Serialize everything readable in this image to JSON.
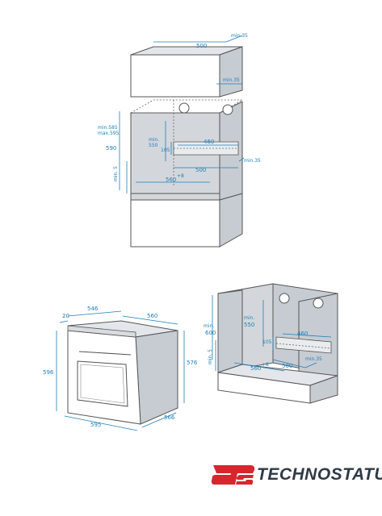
{
  "top_diagram": {
    "labels": {
      "w500_top": "500",
      "min35_top": "min.35",
      "min35_mid": "min.35",
      "min585": "min.585",
      "max595": "max.595",
      "h590": "590",
      "min550": "min.",
      "min550_v": "550",
      "w460": "460",
      "h105": "105",
      "w500_bottom": "500",
      "min35_bottom": "min.35",
      "min5": "min. 5",
      "w560": "560",
      "w560_sup": "+8"
    }
  },
  "oven_diagram": {
    "labels": {
      "d546": "546",
      "d20": "20",
      "w560": "560",
      "h596": "596",
      "h576": "576",
      "w595": "595",
      "d566": "566"
    }
  },
  "bottom_right_diagram": {
    "labels": {
      "min600": "min.",
      "min600_v": "600",
      "min550": "min.",
      "min550_v": "550",
      "w460": "460",
      "h105": "105",
      "min5": "min. 5",
      "w560": "560",
      "w560_sup": "+8",
      "w500": "500",
      "min35": "min.35"
    }
  },
  "brand": {
    "logo_letters": "ts",
    "name": "TECHNOSTATUS",
    "colors": {
      "logo_red": "#d7262e",
      "text": "#2f3a46"
    }
  },
  "colors": {
    "dimension": "#1f7fb8",
    "outline": "#555555",
    "panel": "#c6ccd2"
  }
}
